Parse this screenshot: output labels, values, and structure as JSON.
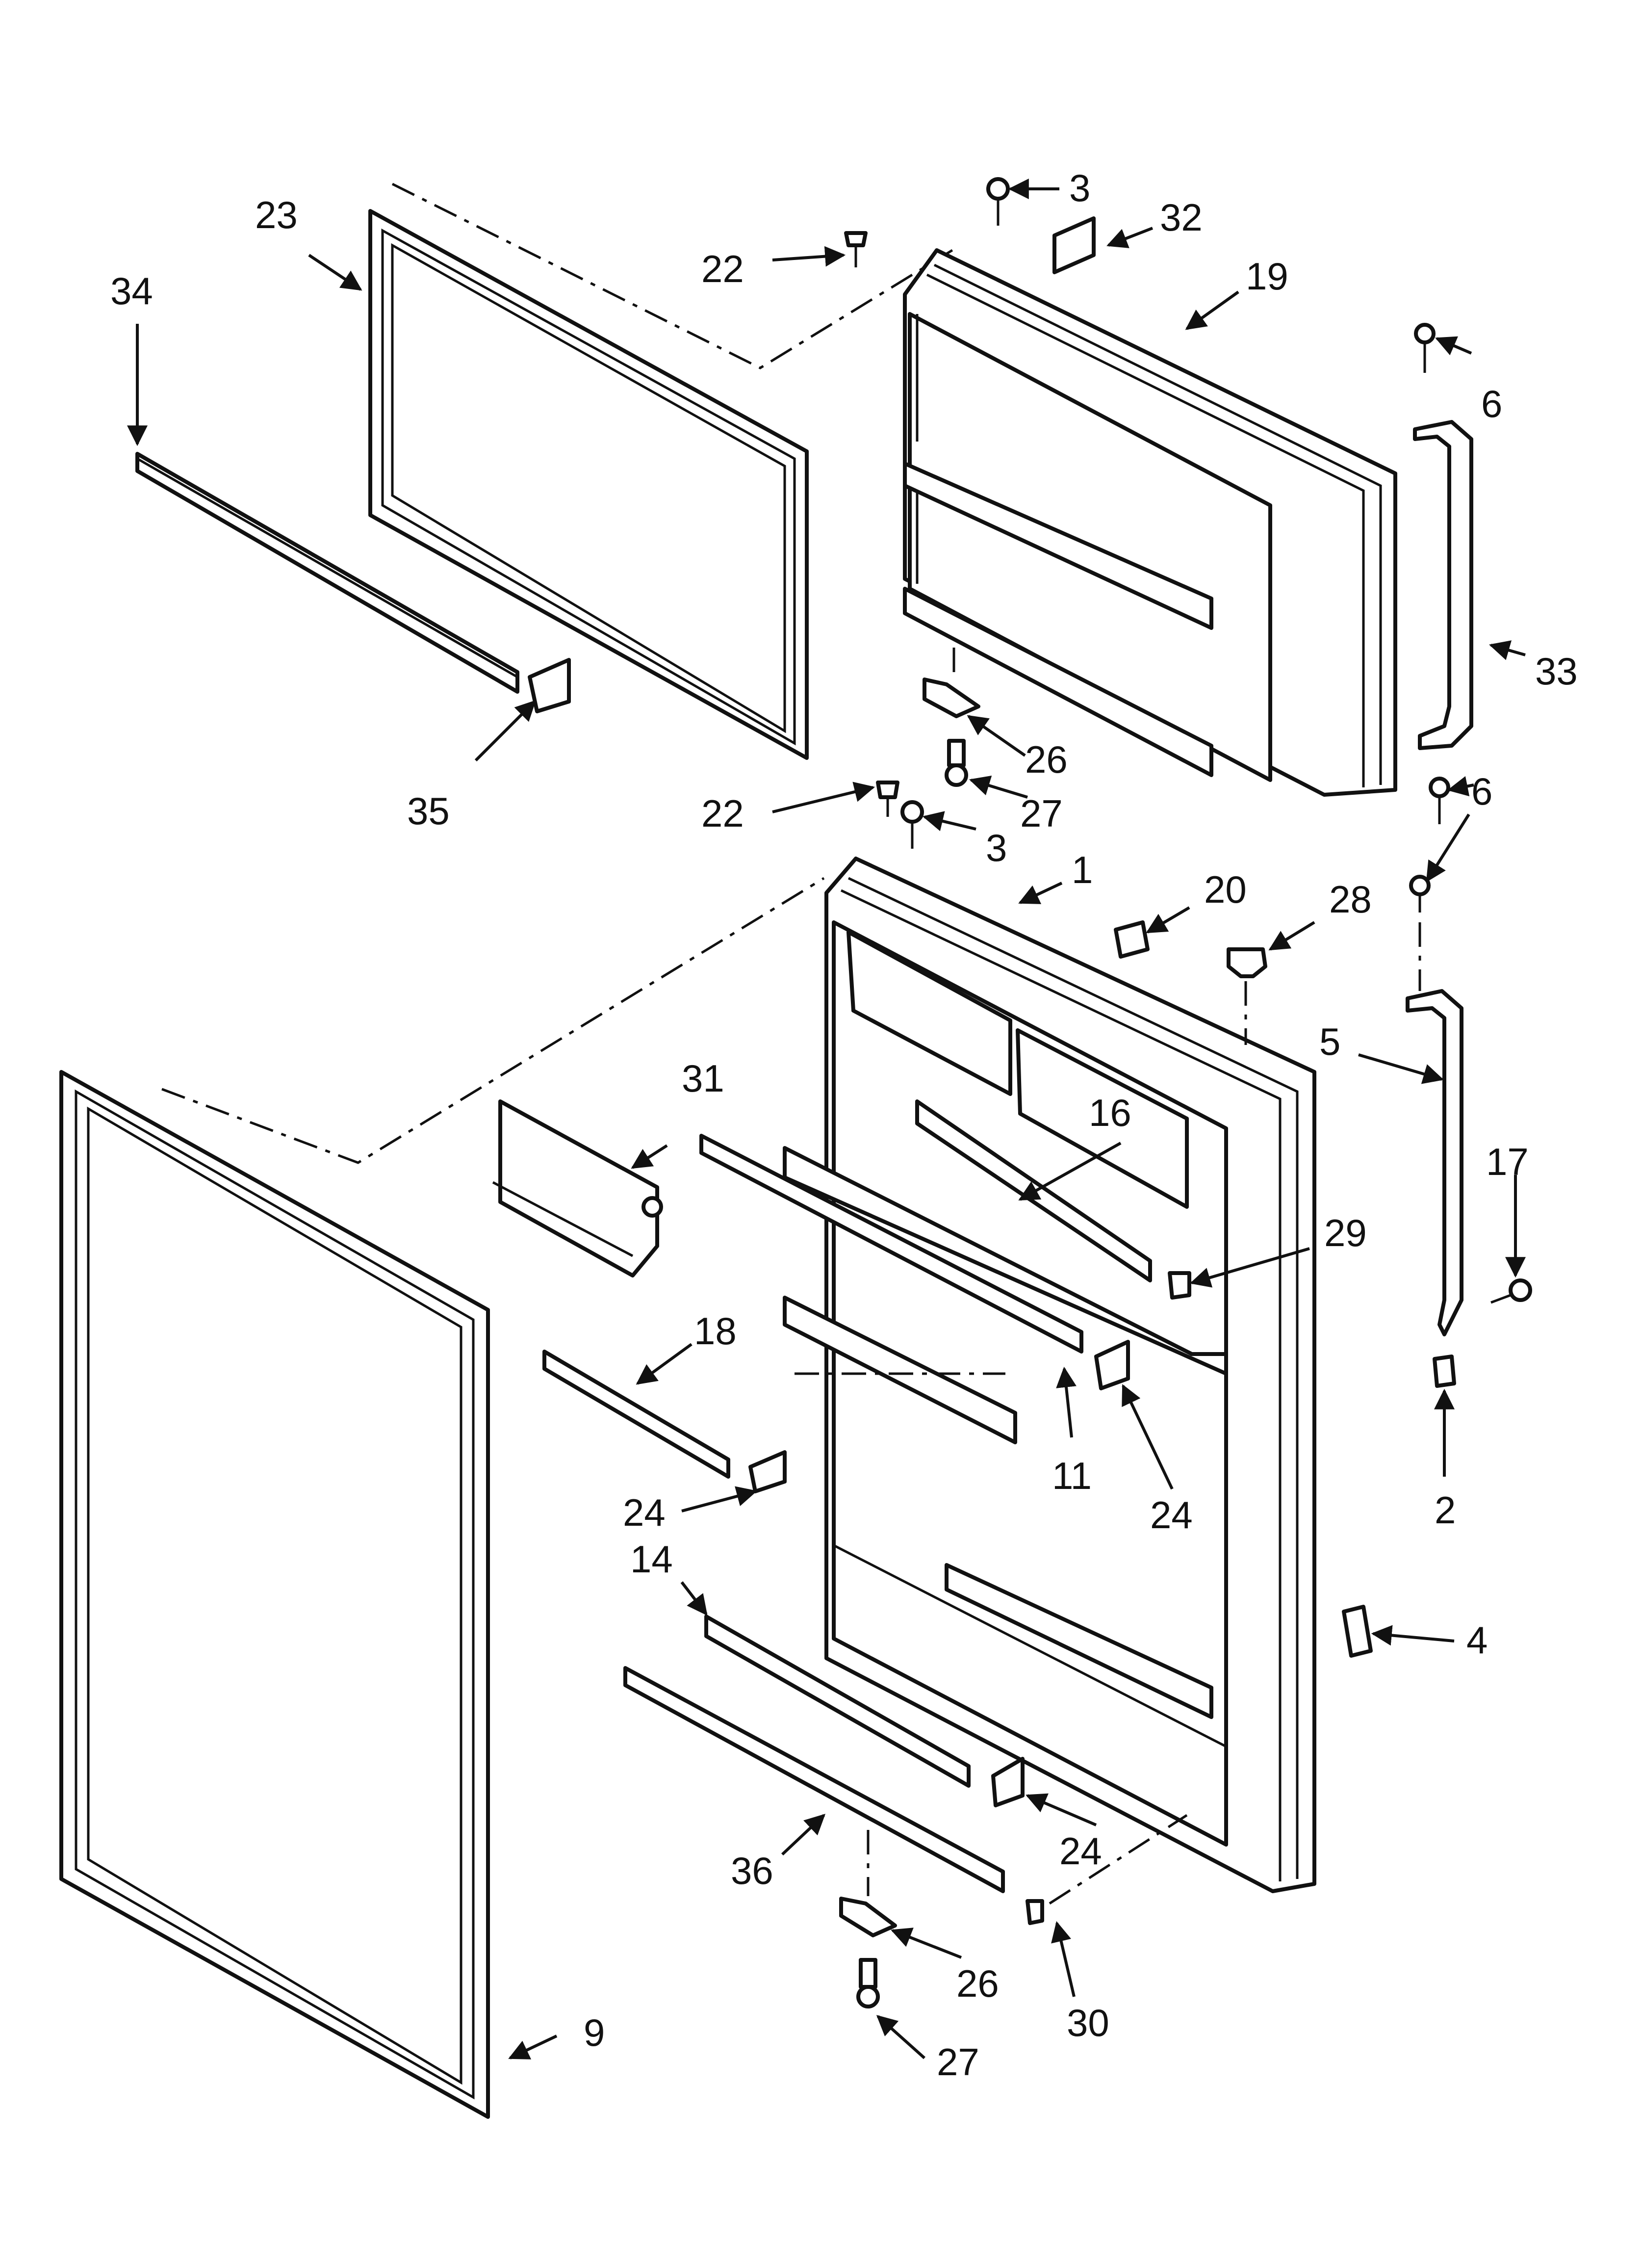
{
  "callouts": [
    {
      "id": "c1",
      "text": "1"
    },
    {
      "id": "c2",
      "text": "2"
    },
    {
      "id": "c3a",
      "text": "3"
    },
    {
      "id": "c3b",
      "text": "3"
    },
    {
      "id": "c4",
      "text": "4"
    },
    {
      "id": "c5",
      "text": "5"
    },
    {
      "id": "c6a",
      "text": "6"
    },
    {
      "id": "c6b",
      "text": "6"
    },
    {
      "id": "c9",
      "text": "9"
    },
    {
      "id": "c11",
      "text": "11"
    },
    {
      "id": "c14",
      "text": "14"
    },
    {
      "id": "c16",
      "text": "16"
    },
    {
      "id": "c17",
      "text": "17"
    },
    {
      "id": "c18",
      "text": "18"
    },
    {
      "id": "c19",
      "text": "19"
    },
    {
      "id": "c20",
      "text": "20"
    },
    {
      "id": "c22a",
      "text": "22"
    },
    {
      "id": "c22b",
      "text": "22"
    },
    {
      "id": "c23",
      "text": "23"
    },
    {
      "id": "c24a",
      "text": "24"
    },
    {
      "id": "c24b",
      "text": "24"
    },
    {
      "id": "c24c",
      "text": "24"
    },
    {
      "id": "c26a",
      "text": "26"
    },
    {
      "id": "c26b",
      "text": "26"
    },
    {
      "id": "c27a",
      "text": "27"
    },
    {
      "id": "c27b",
      "text": "27"
    },
    {
      "id": "c28",
      "text": "28"
    },
    {
      "id": "c29",
      "text": "29"
    },
    {
      "id": "c30",
      "text": "30"
    },
    {
      "id": "c31",
      "text": "31"
    },
    {
      "id": "c32",
      "text": "32"
    },
    {
      "id": "c33",
      "text": "33"
    },
    {
      "id": "c34",
      "text": "34"
    },
    {
      "id": "c35",
      "text": "35"
    },
    {
      "id": "c36",
      "text": "36"
    }
  ]
}
